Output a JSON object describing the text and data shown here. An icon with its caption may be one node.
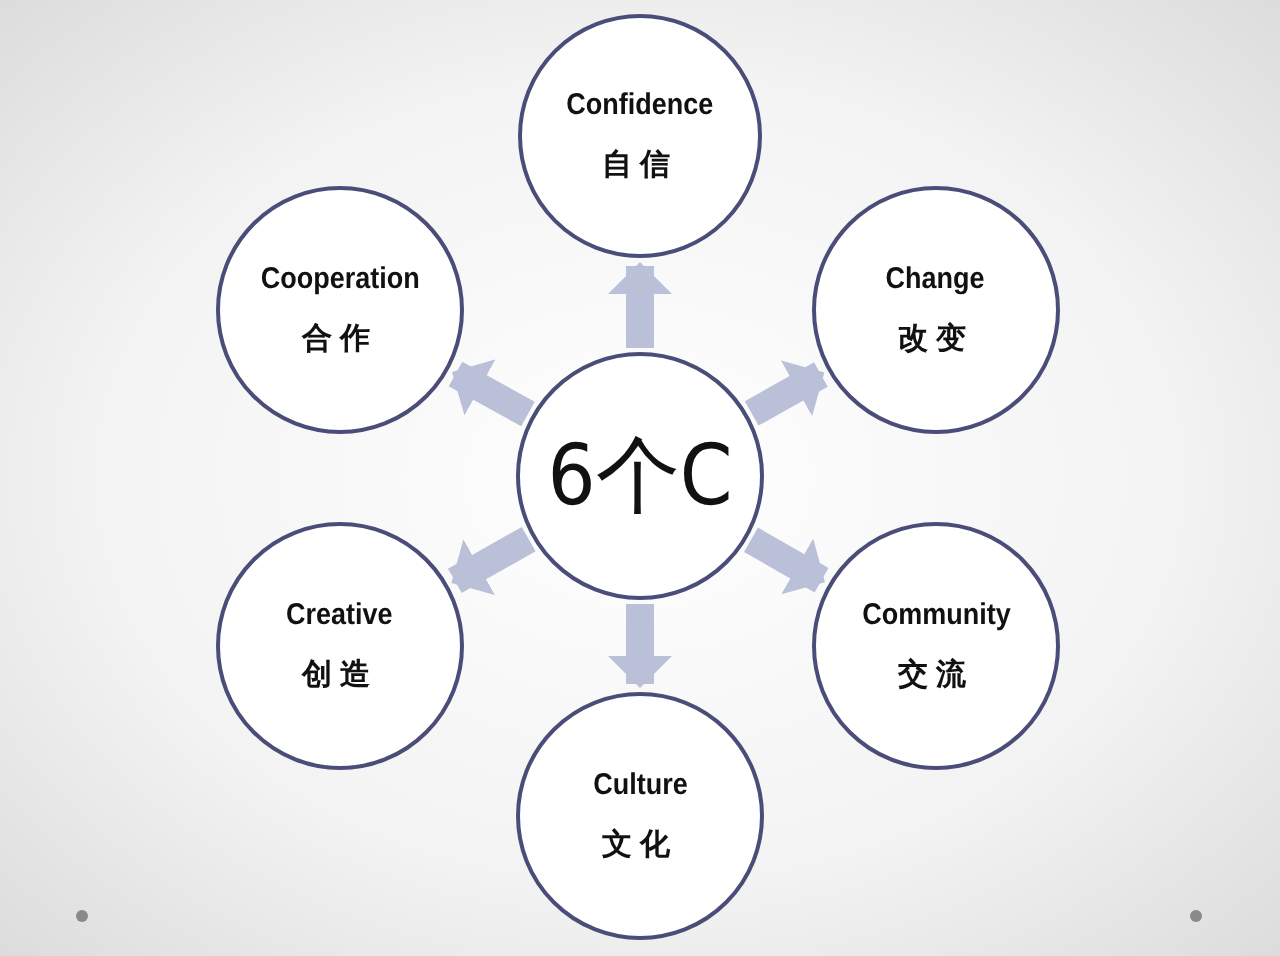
{
  "diagram": {
    "nodes": [
      {
        "text": [
          "Confidence",
          "自信"
        ]
      },
      {
        "text": [
          "Cooperation",
          "合作"
        ]
      },
      {
        "text": [
          "Change",
          "改变"
        ]
      },
      {
        "text": [
          "6个C"
        ]
      },
      {
        "text": [
          "Creative",
          "创造"
        ]
      },
      {
        "text": [
          "Community",
          "交流"
        ]
      },
      {
        "text": [
          "Culture",
          "文化"
        ]
      }
    ],
    "edges": [
      {
        "from": 3,
        "to": 0,
        "arrow": "to"
      },
      {
        "from": 3,
        "to": 2,
        "arrow": "to"
      },
      {
        "from": 3,
        "to": 5,
        "arrow": "to"
      },
      {
        "from": 3,
        "to": 6,
        "arrow": "to"
      },
      {
        "from": 3,
        "to": 4,
        "arrow": "to"
      },
      {
        "from": 3,
        "to": 1,
        "arrow": "to"
      }
    ]
  }
}
